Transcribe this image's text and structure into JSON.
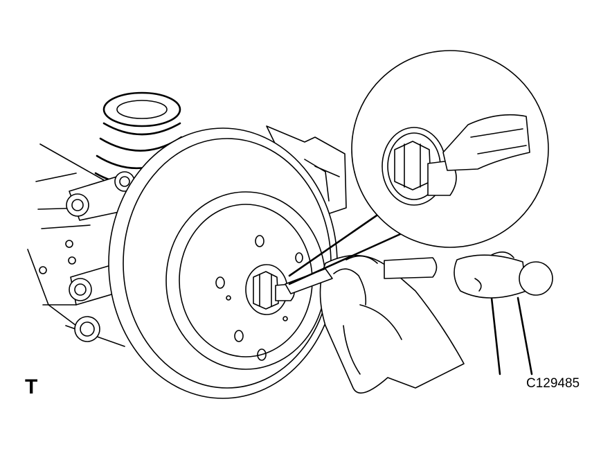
{
  "figure": {
    "view_label": "T",
    "figure_id": "C129485"
  },
  "icons": {
    "illustration": "rear-brake-disc-axle-hub-nut-staking-illustration",
    "detail": "magnified-staked-nut-detail-icon"
  },
  "colors": {
    "line": "#000000",
    "background": "#ffffff"
  }
}
